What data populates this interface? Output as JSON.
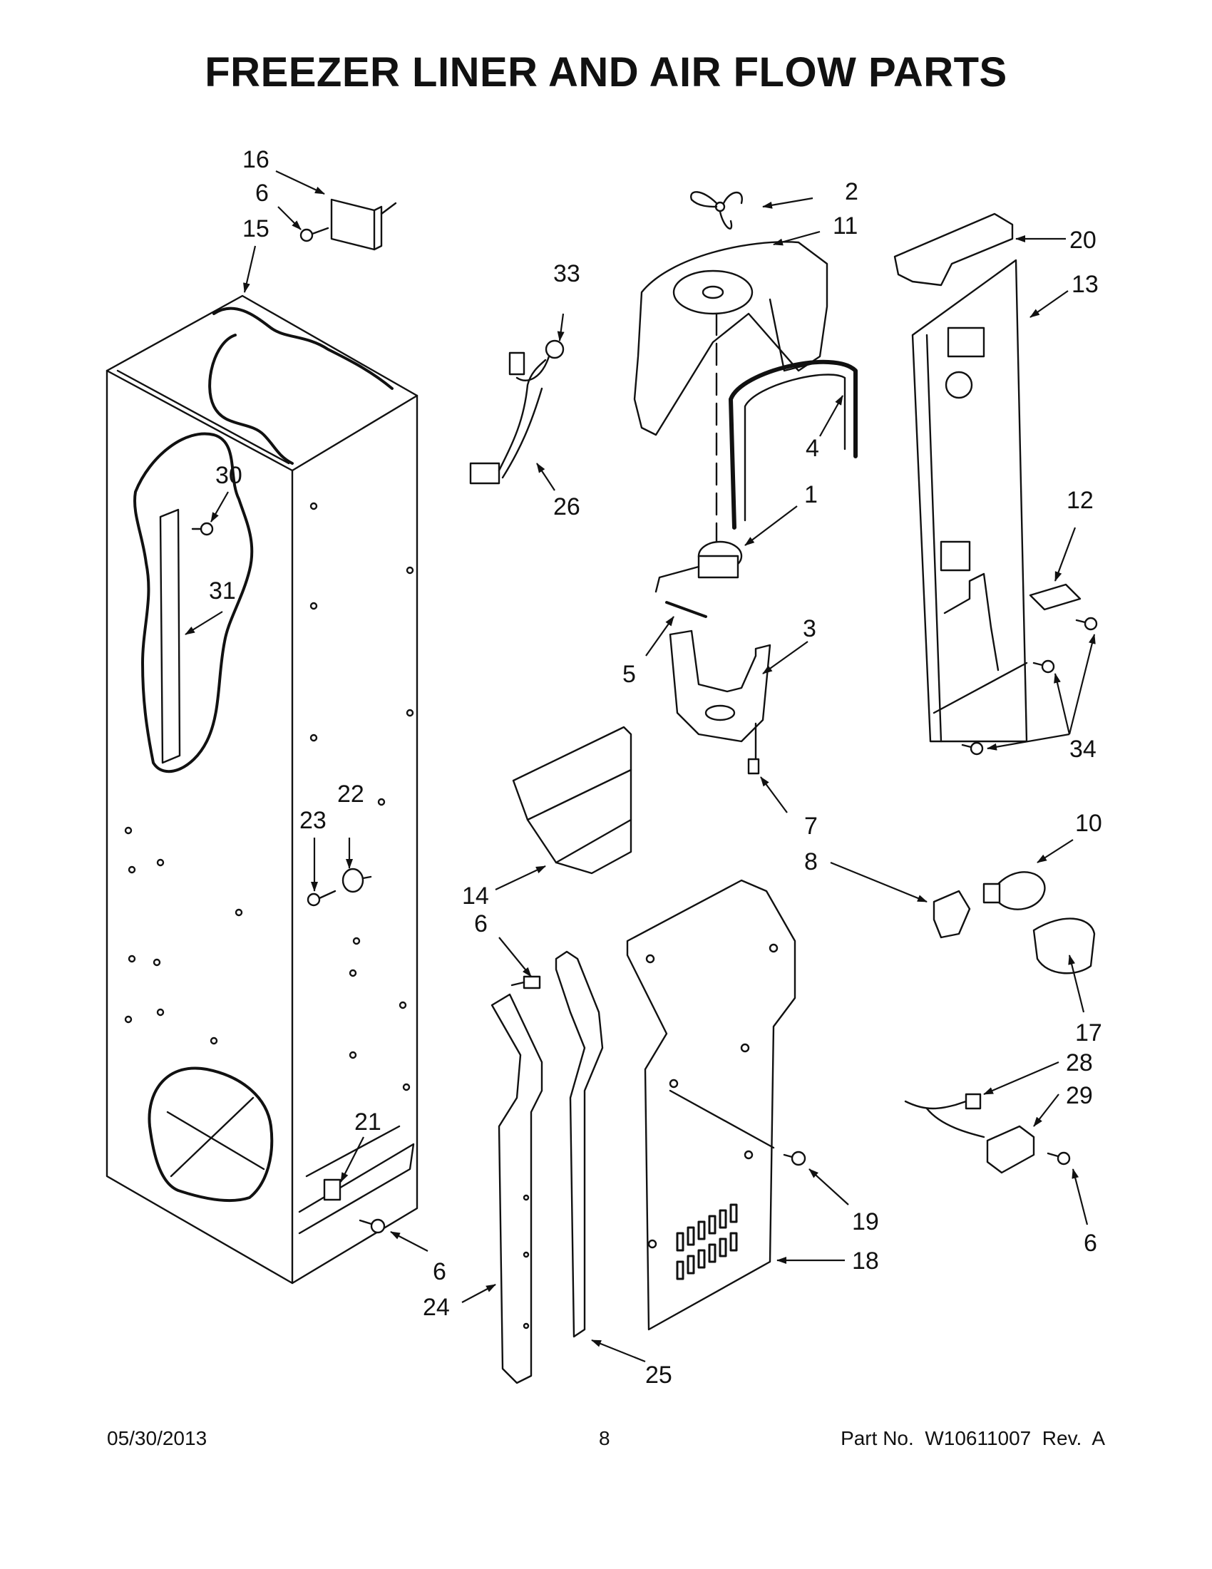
{
  "title": "FREEZER LINER AND AIR FLOW PARTS",
  "callouts": [
    "16",
    "6",
    "15",
    "33",
    "2",
    "11",
    "20",
    "13",
    "26",
    "4",
    "30",
    "1",
    "12",
    "31",
    "3",
    "5",
    "34",
    "7",
    "22",
    "23",
    "10",
    "8",
    "14",
    "6",
    "17",
    "28",
    "29",
    "21",
    "19",
    "6",
    "18",
    "6",
    "24",
    "25"
  ],
  "footer": {
    "date": "05/30/2013",
    "page": "8",
    "part_no": "Part No.  W10611007  Rev.  A"
  }
}
